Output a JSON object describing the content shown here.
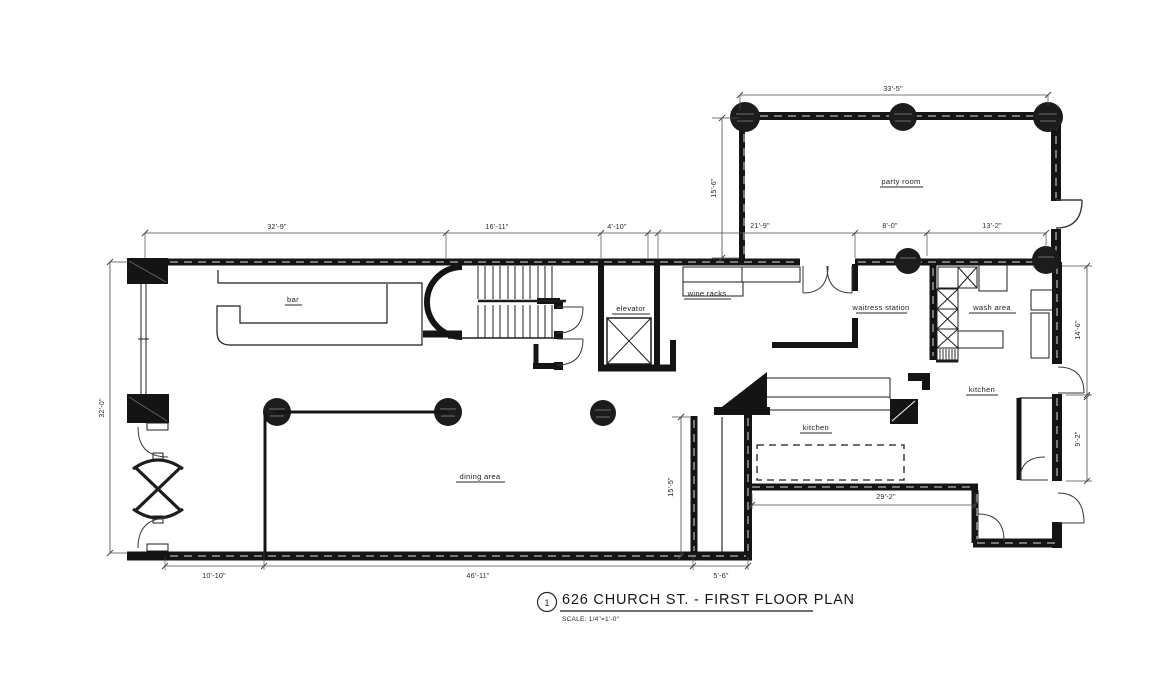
{
  "drawing": {
    "title_block": {
      "ref_number": "1",
      "title": "626 CHURCH ST.  -  FIRST FLOOR PLAN",
      "scale": "SCALE: 1/4\"=1'-0\""
    },
    "room_labels": {
      "bar": "bar",
      "elevator": "elevator",
      "wine_racks": "wine racks",
      "party_room": "party room",
      "waitress_station": "waitress station",
      "wash_area": "wash area",
      "kitchen_right": "kitchen",
      "kitchen_main": "kitchen",
      "dining_area": "dining area"
    },
    "dimensions": {
      "party_top": "33'-5\"",
      "party_left": "15'-6\"",
      "top_1": "32'-9\"",
      "top_2": "16'-11\"",
      "top_3": "4'-10\"",
      "top_4": "21'-9\"",
      "top_5": "8'-0\"",
      "top_6": "13'-2\"",
      "left": "32'-0\"",
      "bottom_1": "10'-10\"",
      "bottom_2": "46'-11\"",
      "bottom_3": "5'-6\"",
      "kitchen_bottom": "29'-2\"",
      "dining_right": "15'-5\"",
      "right_1": "14'-6\"",
      "right_2": "9'-2\""
    },
    "ink_color": "#141414",
    "paper_color": "#ffffff"
  }
}
